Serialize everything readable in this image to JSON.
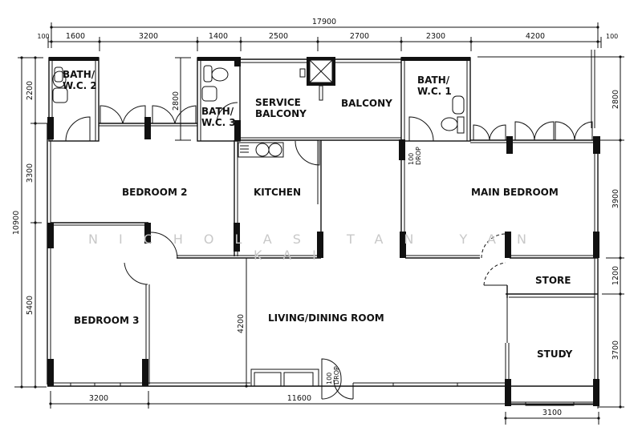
{
  "plan": {
    "overall_width": "17900",
    "overall_height": "10900",
    "watermark_line1": "NICHOLAS TAN YAN",
    "watermark_line2": "KAI"
  },
  "top_dimensions": [
    "100",
    "1600",
    "3200",
    "1400",
    "2500",
    "2700",
    "2300",
    "4200",
    "100"
  ],
  "left_dimensions": [
    "2200",
    "3300",
    "5400",
    "10900"
  ],
  "right_dimensions": [
    "2800",
    "3900",
    "1200",
    "3700"
  ],
  "bottom_dimensions": [
    "3200",
    "11600",
    "3100"
  ],
  "interior_dimensions": {
    "corridor_height": "2800",
    "living_height": "4200"
  },
  "rooms": {
    "bath2_line1": "BATH/",
    "bath2_line2": "W.C. 2",
    "bath3_line1": "BATH/",
    "bath3_line2": "W.C. 3",
    "service_balcony_line1": "SERVICE",
    "service_balcony_line2": "BALCONY",
    "balcony": "BALCONY",
    "bath1_line1": "BATH/",
    "bath1_line2": "W.C. 1",
    "bedroom2": "BEDROOM 2",
    "kitchen": "KITCHEN",
    "main_bedroom": "MAIN BEDROOM",
    "store": "STORE",
    "bedroom3": "BEDROOM 3",
    "living_dining": "LIVING/DINING ROOM",
    "study": "STUDY"
  },
  "annotations": {
    "drop_label_1a": "100",
    "drop_label_1b": "DROP",
    "drop_label_2a": "100",
    "drop_label_2b": "DROP"
  }
}
